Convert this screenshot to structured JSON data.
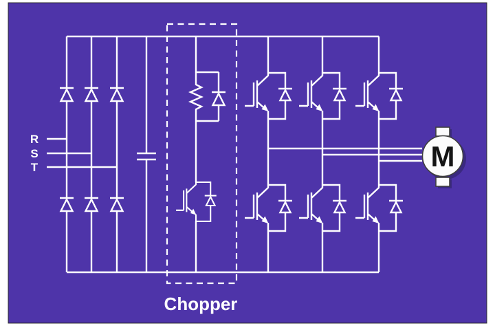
{
  "panel": {
    "page_background": "#FFFFFF",
    "background": "#4E34A9",
    "border_color": "#2B2B2B",
    "line_color": "#FFFFFF",
    "motor_shadow_color": "#3A2980",
    "motor_body_color": "#FCFCFC",
    "motor_text_color": "#141414"
  },
  "labels": {
    "phases": [
      "R",
      "S",
      "T"
    ],
    "chopper": "Chopper",
    "motor": "M"
  },
  "parts": {
    "input": "three-phase-ac-input",
    "rectifier": "six-diode-bridge-rectifier",
    "dc_link": "dc-bus-capacitor",
    "chopper": "braking-chopper-resistor-diode-igbt",
    "inverter": "six-igbt-three-phase-inverter",
    "motor": "ac-motor"
  }
}
